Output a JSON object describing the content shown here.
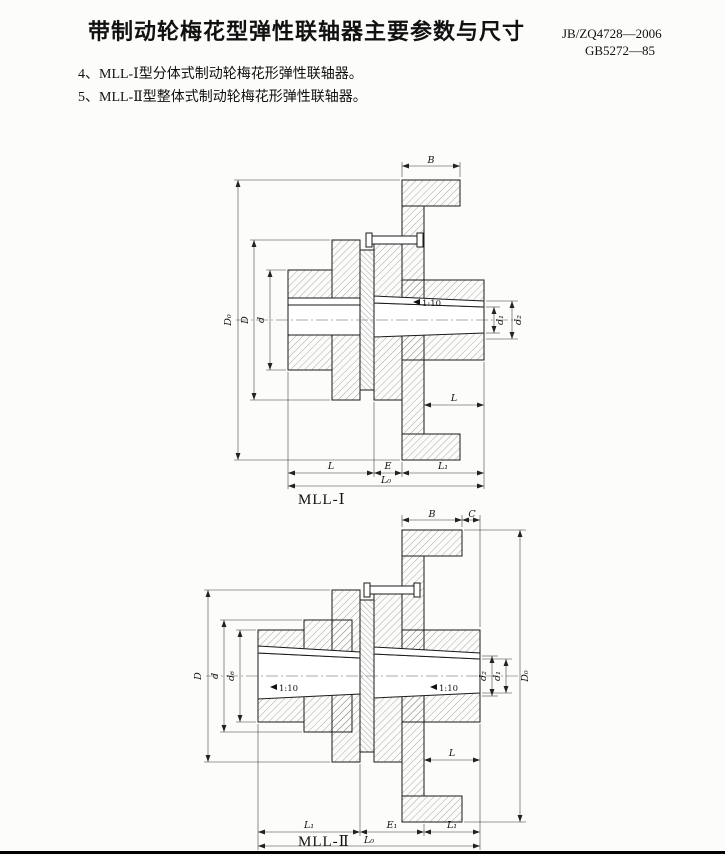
{
  "header": {
    "title": "带制动轮梅花型弹性联轴器主要参数与尺寸",
    "standards": [
      "JB/ZQ4728—2006",
      "GB5272—85"
    ]
  },
  "notes": [
    "4、MLL-Ⅰ型分体式制动轮梅花形弹性联轴器。",
    "5、MLL-Ⅱ型整体式制动轮梅花形弹性联轴器。"
  ],
  "fig1": {
    "caption": "MLL-Ⅰ",
    "labels": {
      "B": "B",
      "D0": "D₀",
      "D": "D",
      "d": "d",
      "taper": "1:10",
      "d1": "d₁",
      "d2": "d₂",
      "L_hub": "L",
      "L": "L",
      "E": "E",
      "L1": "L₁",
      "L0": "L₀"
    }
  },
  "fig2": {
    "caption": "MLL-Ⅱ",
    "labels": {
      "B": "B",
      "C": "C",
      "D": "D",
      "d": "d",
      "d6": "d₆",
      "taper_left": "1:10",
      "taper_right": "1:10",
      "d2": "d₂",
      "d1": "d₁",
      "D0": "D₀",
      "L_hub": "L",
      "L1_left": "L₁",
      "E1": "E₁",
      "L1_right": "L₁",
      "L0": "L₀"
    }
  }
}
